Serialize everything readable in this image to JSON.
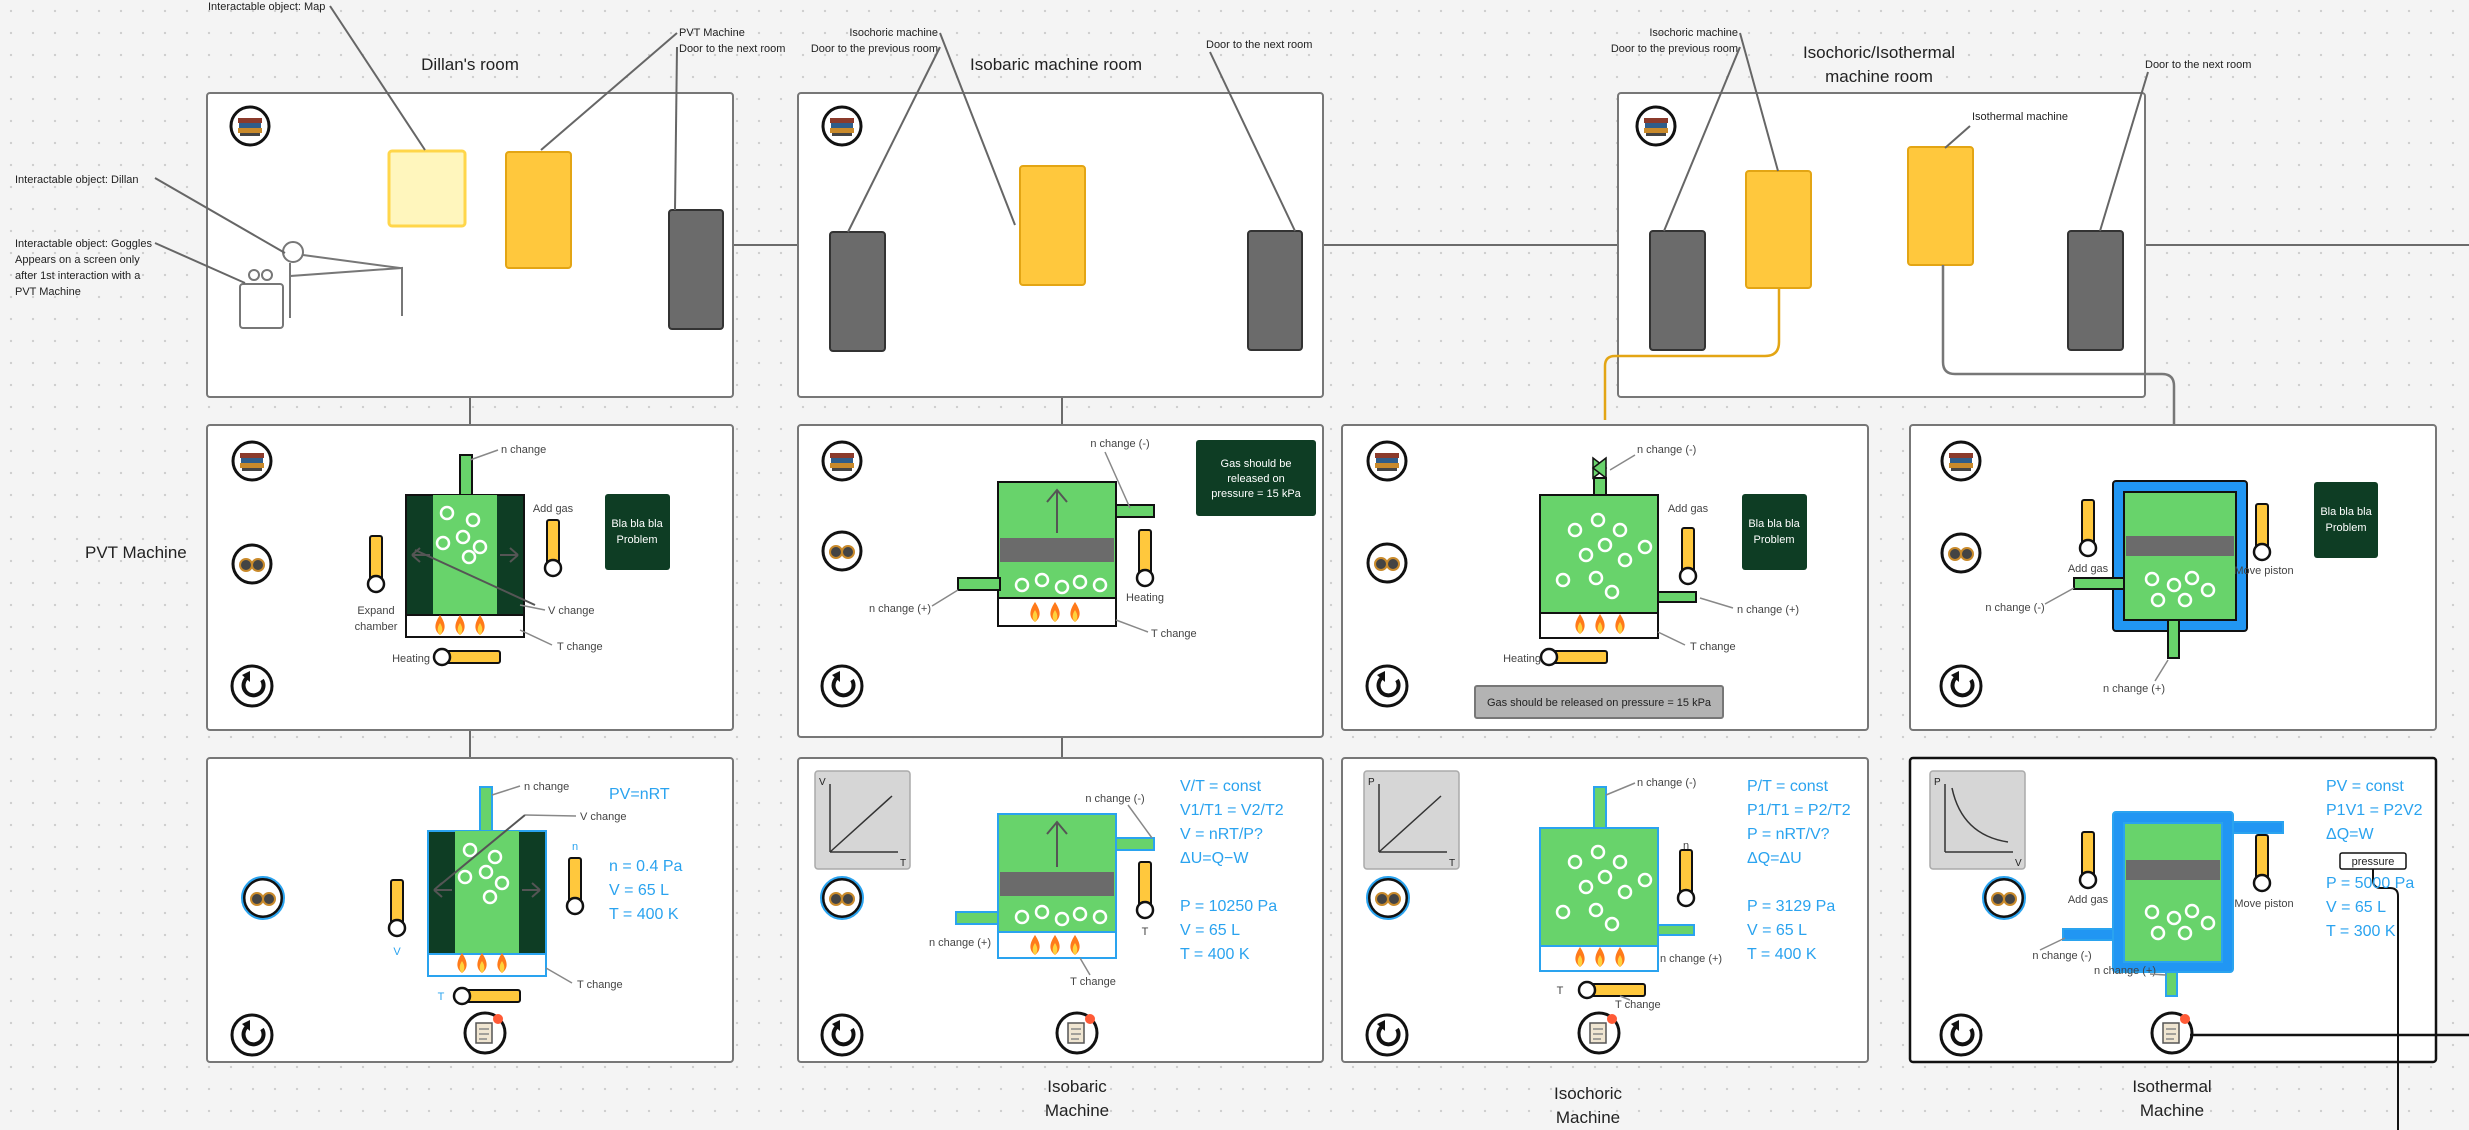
{
  "annotations": {
    "map": "Interactable object: Map",
    "dillan": "Interactable object: Dillan",
    "goggles": [
      "Interactable object: Goggles",
      "Appears on a screen only",
      "after 1st interaction with a",
      "PVT Machine"
    ],
    "pvt_machine": "PVT Machine",
    "door_next": "Door to the next room",
    "isochoric_machine": "Isochoric machine",
    "door_prev": "Door to the previous room",
    "isothermal_machine": "Isothermal machine"
  },
  "rooms": {
    "dillan": "Dillan's room",
    "isobaric": "Isobaric machine room",
    "iso_iso": [
      "Isochoric/Isothermal",
      "machine room"
    ]
  },
  "row_label": "PVT Machine",
  "sublabels": {
    "n_change": "n change",
    "v_change": "V change",
    "t_change": "T change",
    "add_gas": "Add gas",
    "expand": [
      "Expand",
      "chamber"
    ],
    "heating": "Heating",
    "n_minus": "n change (-)",
    "n_plus": "n change (+)",
    "move_piston": "Move piston",
    "v": "V",
    "t": "T",
    "n": "n",
    "p": "P",
    "pressure_btn": "pressure"
  },
  "problem": [
    "Bla bla bla",
    "Problem"
  ],
  "notes": {
    "isobaric": [
      "Gas should be",
      "released on",
      "pressure = 15 kPa"
    ],
    "isochoric": "Gas should be released on pressure = 15 kPa"
  },
  "formulas": {
    "pvt": [
      "PV=nRT",
      "n = 0.4 Pa",
      "V = 65 L",
      "T = 400 K"
    ],
    "isobaric": [
      "V/T = const",
      "V1/T1 = V2/T2",
      "V = nRT/P?",
      "ΔU=Q−W",
      "P = 10250 Pa",
      "V = 65 L",
      "T = 400 K"
    ],
    "isochoric": [
      "P/T = const",
      "P1/T1 = P2/T2",
      "P = nRT/V?",
      "ΔQ=ΔU",
      "P = 3129 Pa",
      "V = 65 L",
      "T = 400 K"
    ],
    "isothermal": [
      "PV = const",
      "P1V1 = P2V2",
      "ΔQ=W",
      "P = 5000 Pa",
      "V = 65 L",
      "T = 300 K"
    ]
  },
  "bottom_labels": {
    "isobaric": [
      "Isobaric",
      "Machine"
    ],
    "isochoric": [
      "Isochoric",
      "Machine"
    ],
    "isothermal": [
      "Isothermal",
      "Machine"
    ]
  },
  "colors": {
    "yellow": "#ffc83d",
    "light_yellow": "#fff6bd",
    "gray": "#6b6b6b",
    "green": "#68d36b",
    "dark_green": "#0e3d24",
    "blue": "#2196f3",
    "formula_blue": "#2aa3ef",
    "orange": "#e3a514"
  }
}
